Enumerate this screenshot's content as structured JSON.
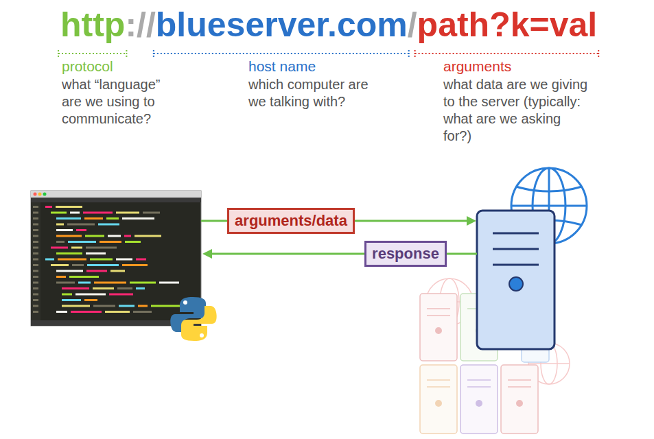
{
  "diagram": {
    "nodes": [
      {
        "text": [
          "arguments/data"
        ]
      },
      {
        "text": [
          "response"
        ]
      }
    ],
    "labels": [
      "http",
      "://",
      "blueserver.com",
      "/",
      "path?k=val",
      "protocol",
      "what “language” are we using to communicate?",
      "host name",
      "which computer are we talking with?",
      "arguments",
      "what data are we giving to the server (typically: what are we asking for?)"
    ]
  }
}
